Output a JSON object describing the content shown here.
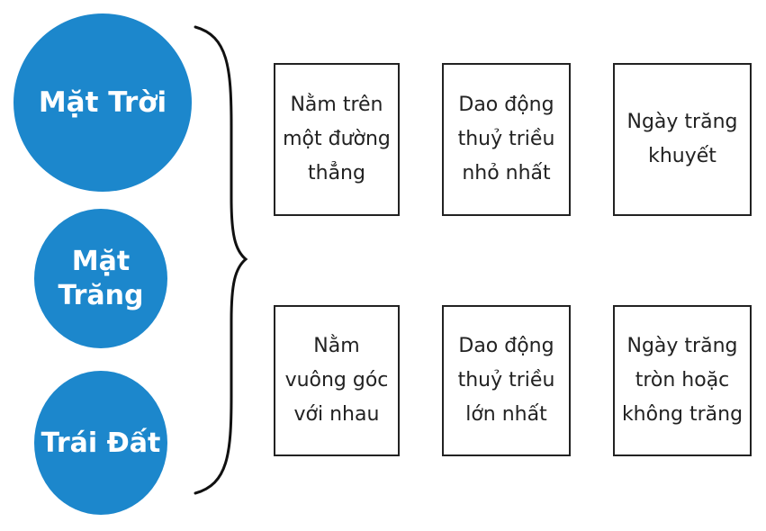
{
  "circles": {
    "sun": "Mặt Trời",
    "moon": "Mặt\nTrăng",
    "earth": "Trái Đất",
    "fill_color": "#1c87cc"
  },
  "boxes": {
    "top": [
      "Nằm trên\nmột đường\nthẳng",
      "Dao động\nthuỷ triều\nnhỏ nhất",
      "Ngày trăng\nkhuyết"
    ],
    "bottom": [
      "Nằm\nvuông góc\nvới nhau",
      "Dao động\nthuỷ triều\nlớn nhất",
      "Ngày trăng\ntròn hoặc\nkhông trăng"
    ]
  }
}
